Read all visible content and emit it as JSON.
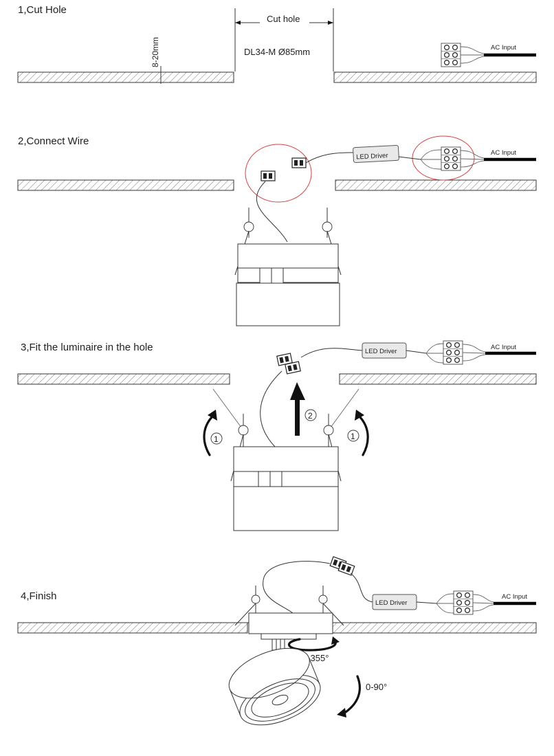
{
  "steps": [
    {
      "title": "1,Cut Hole"
    },
    {
      "title": "2,Connect Wire"
    },
    {
      "title": "3,Fit the luminaire in the hole"
    },
    {
      "title": "4,Finish"
    }
  ],
  "labels": {
    "cut_hole": "Cut hole",
    "thickness": "8-20mm",
    "model": "DL34-M Ø85mm",
    "ac_input": "AC Input",
    "led_driver": "LED Driver",
    "step_one_marker": "1",
    "step_two_marker": "2",
    "rotation": "0-355°",
    "tilt": "0-90°"
  }
}
